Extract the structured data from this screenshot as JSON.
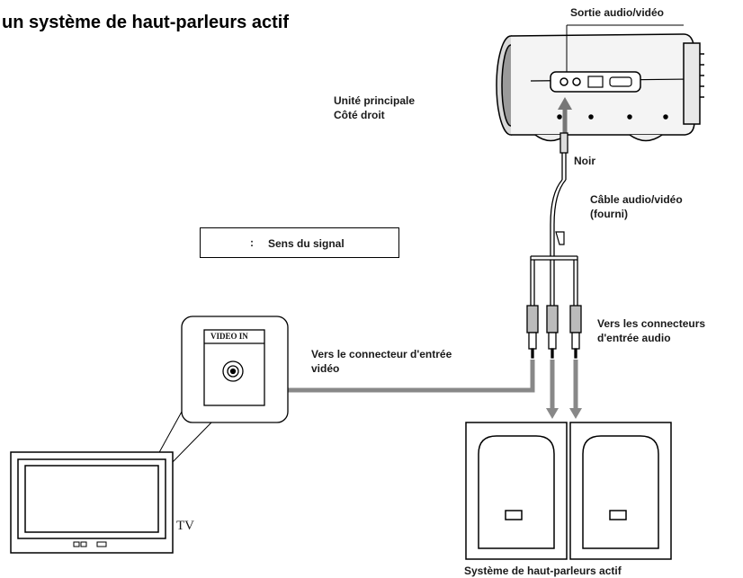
{
  "title": "un système de haut-parleurs actif",
  "labels": {
    "output": "Sortie audio/vidéo",
    "main_unit_line1": "Unité principale",
    "main_unit_line2": "Côté droit",
    "black": "Noir",
    "cable_line1": "Câble audio/vidéo",
    "cable_line2": "(fourni)",
    "legend": "Sens du signal",
    "legend_colon": ":",
    "audio_in_line1": "Vers les connecteurs",
    "audio_in_line2": "d'entrée audio",
    "video_in_line1": "Vers le connecteur d'entrée",
    "video_in_line2": "vidéo",
    "video_in_panel": "VIDEO IN",
    "tv": "TV",
    "speakers": "Système de haut-parleurs actif"
  }
}
